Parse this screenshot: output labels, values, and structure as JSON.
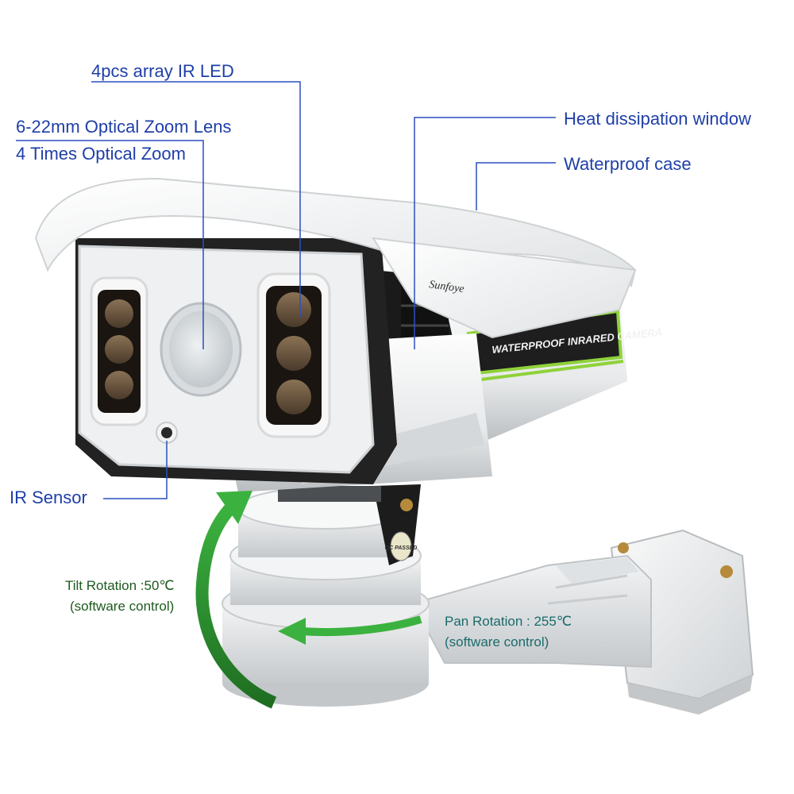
{
  "callouts": {
    "ir_led": "4pcs array IR LED",
    "zoom_lens": "6-22mm Optical Zoom Lens",
    "optical_zoom": "4 Times Optical Zoom",
    "heat_window": "Heat dissipation window",
    "waterproof_case": "Waterproof case",
    "ir_sensor": "IR Sensor",
    "tilt_rotation": "Tilt Rotation :50℃",
    "tilt_control": "(software control)",
    "pan_rotation": "Pan Rotation : 255℃",
    "pan_control": "(software control)"
  },
  "camera": {
    "side_label": "WATERPROOF INRARED CAMERA",
    "brand_mark": "Sunfoye",
    "plate_mark": "QC PASSED"
  },
  "colors": {
    "callout_text": "#1f3fa8",
    "leader_line": "#2b4fbf",
    "tilt_text": "#1d5a1d",
    "pan_text": "#1b6b6b",
    "arrow_green": "#1f8a2a",
    "accent_stripe": "#8fd23a"
  }
}
